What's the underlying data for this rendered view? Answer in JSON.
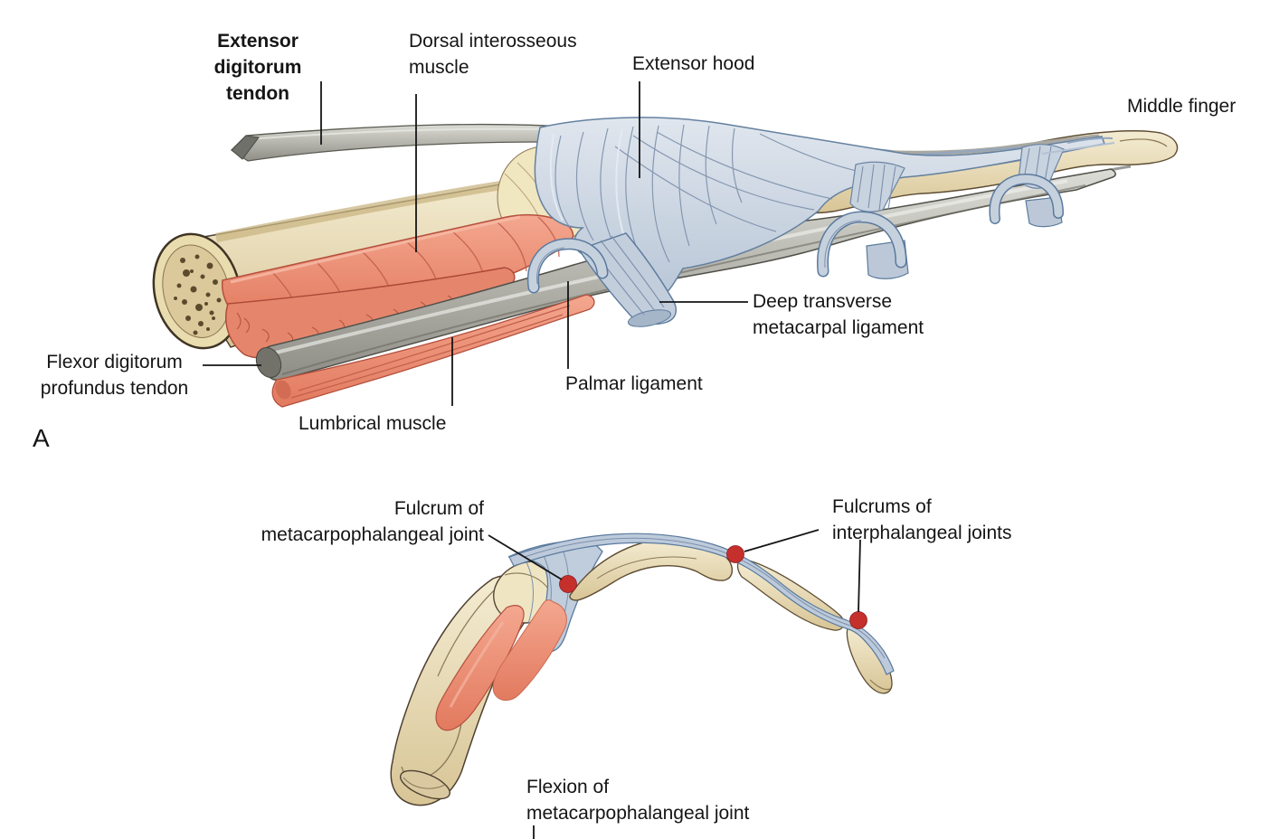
{
  "figure": {
    "panel_a": {
      "panel_letter": "A",
      "labels": {
        "extensor_digitorum_tendon": "Extensor\ndigitorum tendon",
        "dorsal_interosseous_muscle": "Dorsal interosseous\nmuscle",
        "extensor_hood": "Extensor hood",
        "middle_finger": "Middle finger",
        "deep_transverse_metacarpal_ligament": "Deep transverse\nmetacarpal ligament",
        "palmar_ligament": "Palmar ligament",
        "flexor_digitorum_profundus_tendon": "Flexor digitorum\nprofundus tendon",
        "lumbrical_muscle": "Lumbrical muscle"
      }
    },
    "panel_b": {
      "labels": {
        "fulcrum_of_metacarpophalangeal_joint": "Fulcrum of\nmetacarpophalangeal joint",
        "fulcrums_of_interphalangeal_joints": "Fulcrums of\ninterphalangeal joints",
        "flexion_of_metacarpophalangeal_joint": "Flexion of\nmetacarpophalangeal joint"
      },
      "fulcrum_count": 3
    },
    "colors": {
      "background": "#ffffff",
      "bone": "#ecdfba",
      "bone_shadow": "#d8c596",
      "bone_outline": "#473a26",
      "muscle": "#ec8e77",
      "muscle_dark": "#b5503d",
      "tendon_gray": "#b6b6b0",
      "hood_blue": "#ccd6e2",
      "hood_line": "#7d90ab",
      "fulcrum_dot": "#c5302c",
      "label_text": "#151515"
    }
  }
}
